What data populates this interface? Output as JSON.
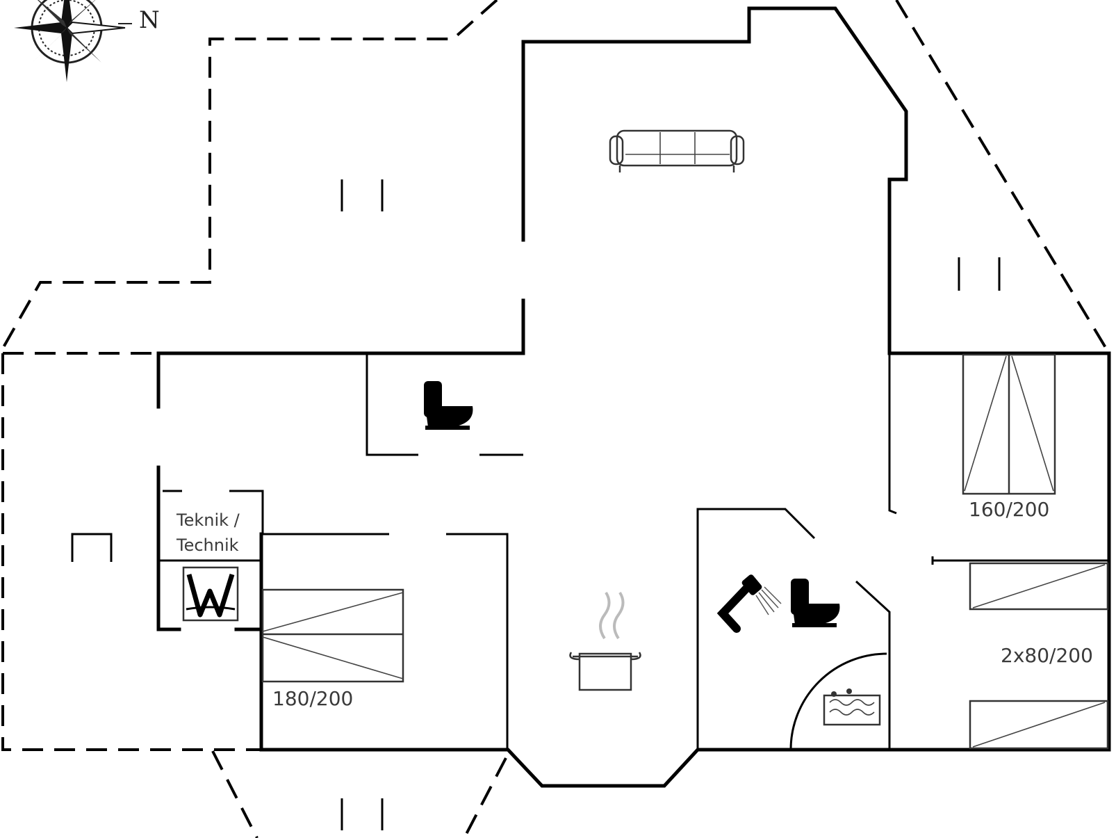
{
  "compass": {
    "label": "N"
  },
  "rooms": {
    "bedroom_left": {
      "bed_label": "180/200"
    },
    "bedroom_right_top": {
      "bed_label": "160/200"
    },
    "bedroom_right_bottom": {
      "bed_label": "2x80/200"
    },
    "technical_room": {
      "line1": "Teknik /",
      "line2": "Technik"
    }
  },
  "icons": [
    "compass-rose-icon",
    "sofa-icon",
    "toilet-icon",
    "shower-icon",
    "cooking-pot-icon",
    "washing-machine-icon",
    "water-heater-icon",
    "garden-chairs-icon"
  ],
  "colors": {
    "wall": "#000000",
    "furniture": "#333333",
    "label": "#3a3a3a"
  }
}
